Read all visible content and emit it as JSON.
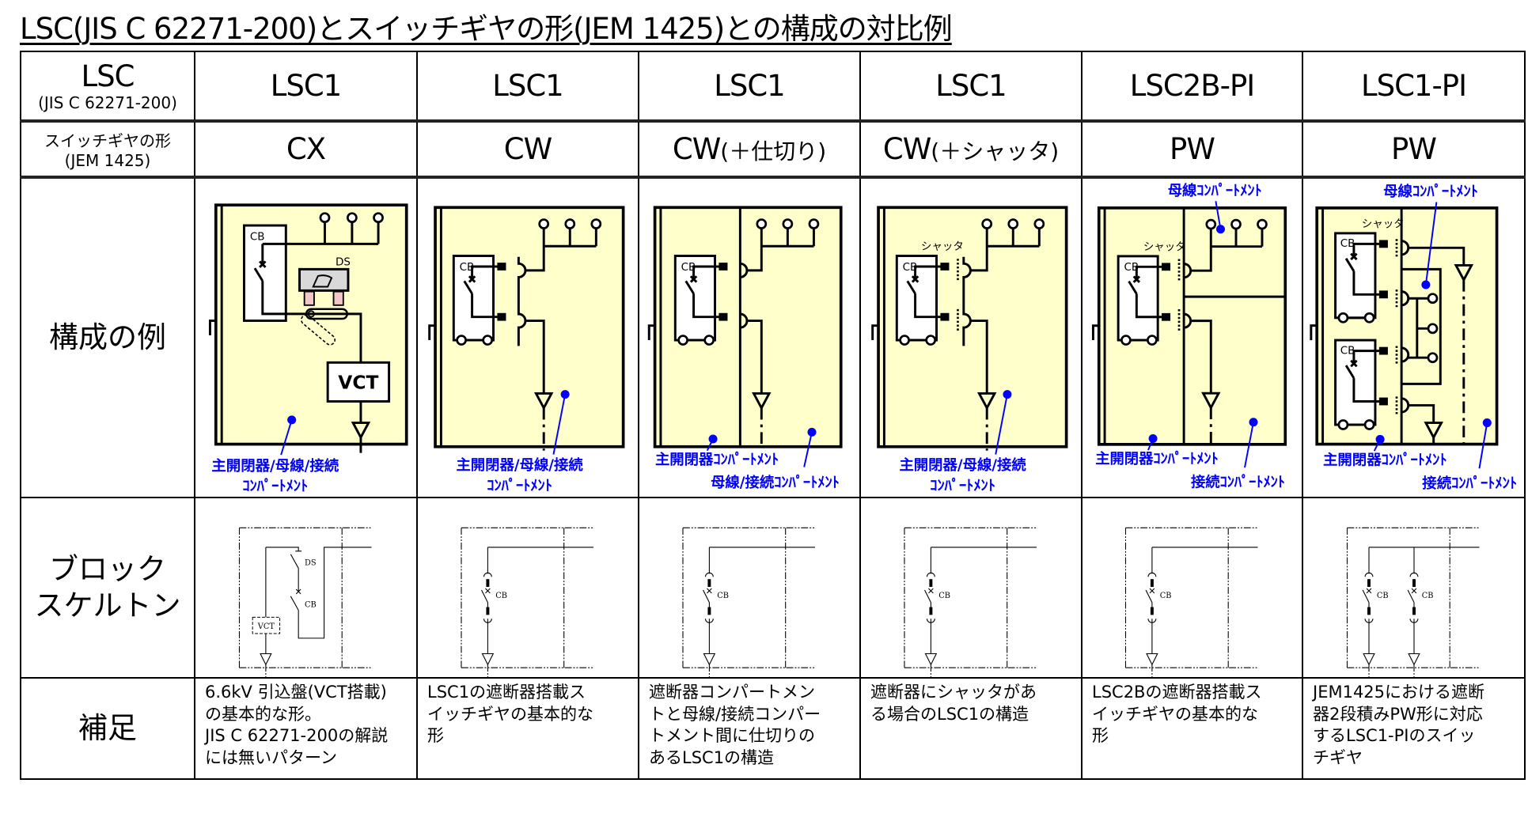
{
  "title": "LSC(JIS C 62271-200)とスイッチギヤの形(JEM 1425)との構成の対比例",
  "header": {
    "lsc_label": "LSC",
    "lsc_sub": "(JIS C 62271-200)",
    "form_label": "スイッチギヤの形",
    "form_sub": "(JEM 1425)",
    "row_example": "構成の例",
    "row_skeleton_1": "ブロック",
    "row_skeleton_2": "スケルトン",
    "row_remarks": "補足"
  },
  "columns": [
    {
      "lsc": "LSC1",
      "form": "CX",
      "form_suffix": "",
      "remarks": [
        "6.6kV 引込盤(VCT搭載)",
        "の基本的な形。",
        "JIS C 62271-200の解説",
        "には無いパターン"
      ]
    },
    {
      "lsc": "LSC1",
      "form": "CW",
      "form_suffix": "",
      "remarks": [
        "LSC1の遮断器搭載ス",
        "イッチギヤの基本的な",
        "形"
      ]
    },
    {
      "lsc": "LSC1",
      "form": "CW",
      "form_suffix": "(＋仕切り)",
      "remarks": [
        "遮断器コンパートメン",
        "トと母線/接続コンパー",
        "トメント間に仕切りの",
        "あるLSC1の構造"
      ]
    },
    {
      "lsc": "LSC1",
      "form": "CW",
      "form_suffix": "(＋シャッタ)",
      "remarks": [
        "遮断器にシャッタがあ",
        "る場合のLSC1の構造"
      ]
    },
    {
      "lsc": "LSC2B-PI",
      "form": "PW",
      "form_suffix": "",
      "remarks": [
        "LSC2Bの遮断器搭載ス",
        "イッチギヤの基本的な",
        "形"
      ]
    },
    {
      "lsc": "LSC1-PI",
      "form": "PW",
      "form_suffix": "",
      "remarks": [
        "JEM1425における遮断",
        "器2段積みPW形に対応",
        "するLSC1-PIのスイッ",
        "チギヤ"
      ]
    }
  ],
  "diagram": {
    "cb": "CB",
    "ds": "DS",
    "vct": "VCT",
    "shutter": "シャッタ",
    "all_compartment_1": "主開閉器/母線/接続",
    "all_compartment_2": "ｺﾝﾊﾟｰﾄﾒﾝﾄ",
    "main_switch_compartment": "主開閉器ｺﾝﾊﾟｰﾄﾒﾝﾄ",
    "bus_connection_compartment": "母線/接続ｺﾝﾊﾟｰﾄﾒﾝﾄ",
    "bus_compartment": "母線ｺﾝﾊﾟｰﾄﾒﾝﾄ",
    "connection_compartment": "接続ｺﾝﾊﾟｰﾄﾒﾝﾄ"
  },
  "skeleton": {
    "ds": "DS",
    "cb": "CB",
    "vct": "VCT"
  },
  "colors": {
    "accent": "#0000ff",
    "compartment_fill": "#ffffcc"
  }
}
